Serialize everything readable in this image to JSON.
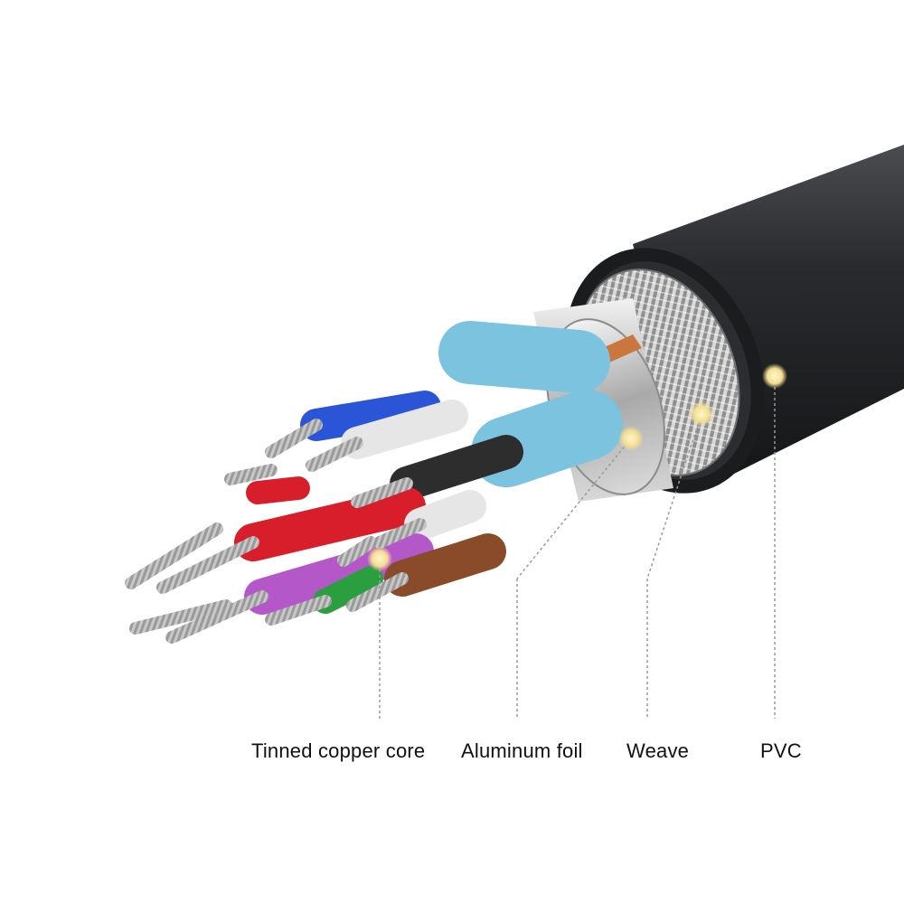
{
  "labels": {
    "core": "Tinned copper core",
    "foil": "Aluminum foil",
    "weave": "Weave",
    "pvc": "PVC"
  },
  "colors": {
    "jacket": "#1f2022",
    "foil": "#7cc3df",
    "marker": "#f4e3a6",
    "wire_blue": "#2a55d6",
    "wire_red": "#d81e2a",
    "wire_purple": "#b458c9",
    "wire_green": "#2b9f3f",
    "wire_brown": "#8a4b2a",
    "wire_black": "#2d2d2d",
    "wire_white": "#e6e6e6"
  }
}
